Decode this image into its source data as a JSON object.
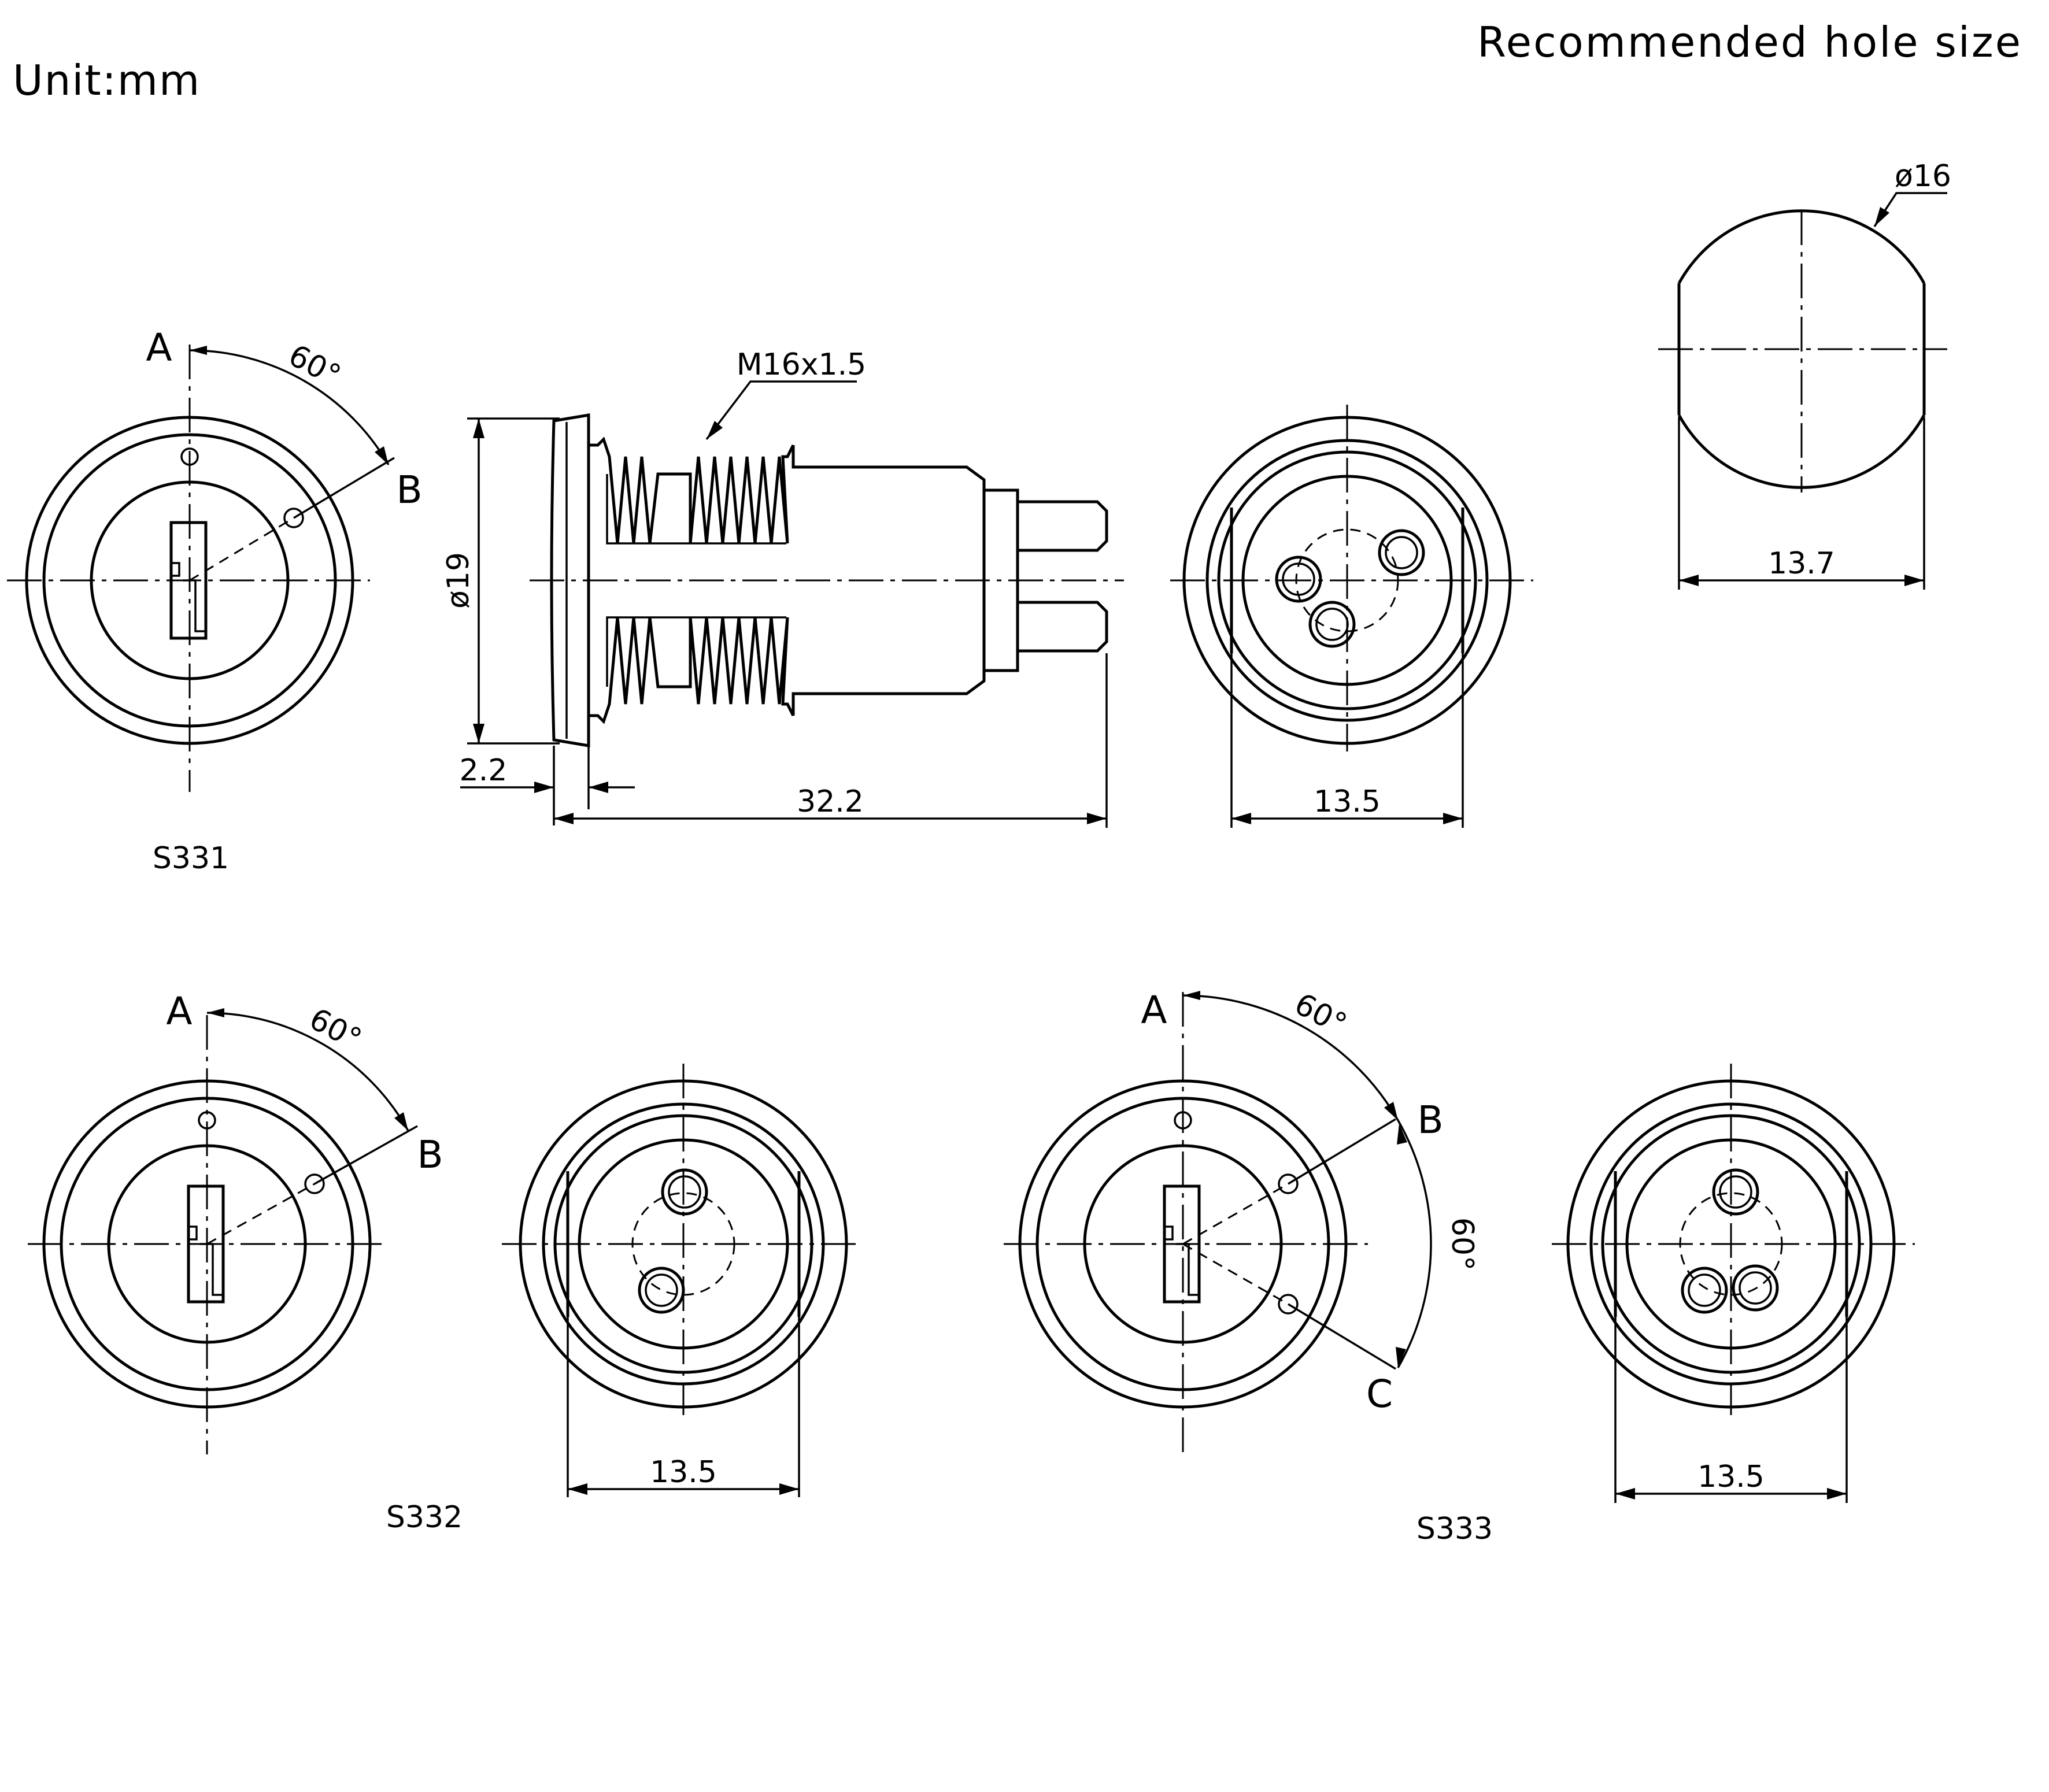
{
  "header": {
    "unit": "Unit:mm",
    "hole_title": "Recommended hole size"
  },
  "dimensions": {
    "dia19": "ø19",
    "dia16": "ø16",
    "thread": "M16x1.5",
    "d2_2": "2.2",
    "d32_2": "32.2",
    "d13_5_a": "13.5",
    "d13_5_b": "13.5",
    "d13_5_c": "13.5",
    "d13_7": "13.7"
  },
  "positions": {
    "a": "A",
    "b": "B",
    "c": "C",
    "angle": "60°"
  },
  "models": {
    "s331": "S331",
    "s332": "S332",
    "s333": "S333"
  }
}
